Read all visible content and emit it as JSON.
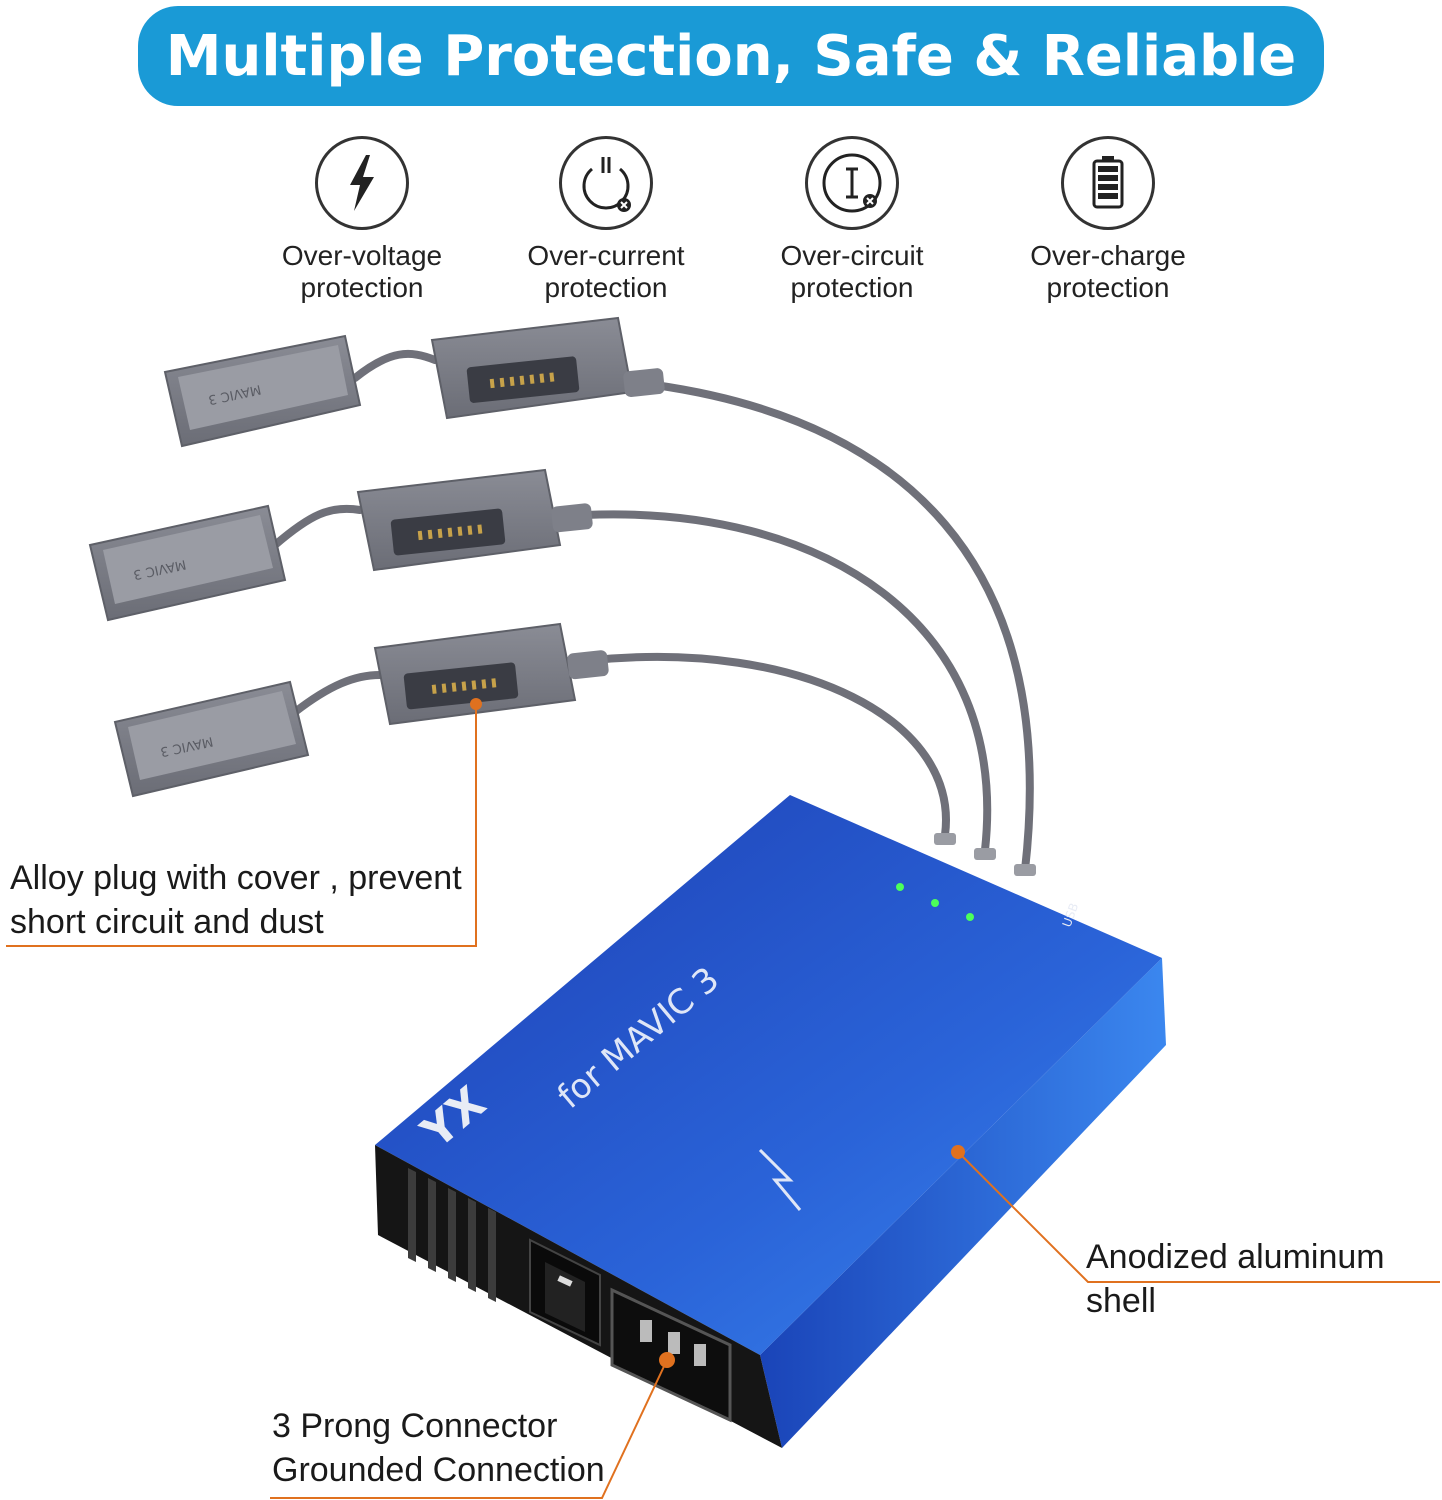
{
  "banner": {
    "title": "Multiple Protection, Safe & Reliable"
  },
  "features": [
    {
      "icon": "lightning-icon",
      "label": "Over-voltage\nprotection"
    },
    {
      "icon": "power-off-icon",
      "label": "Over-current\nprotection"
    },
    {
      "icon": "current-cross-icon",
      "label": "Over-circuit\nprotection"
    },
    {
      "icon": "battery-icon",
      "label": "Over-charge\nprotection"
    }
  ],
  "product": {
    "cover_text": "MAVIC 3",
    "hub_brand": "for MAVIC 3",
    "usb_label": "USB",
    "logo_text": "YX"
  },
  "callouts": {
    "plug": "Alloy plug with cover , prevent\nshort circuit and dust",
    "shell": "Anodized aluminum shell",
    "connector": "3 Prong Connector\nGrounded Connection"
  },
  "colors": {
    "banner": "#1a9ad6",
    "hub_blue": "#1f5fd0",
    "gray_plug": "#7d7f88",
    "leader": "#e0711f"
  }
}
